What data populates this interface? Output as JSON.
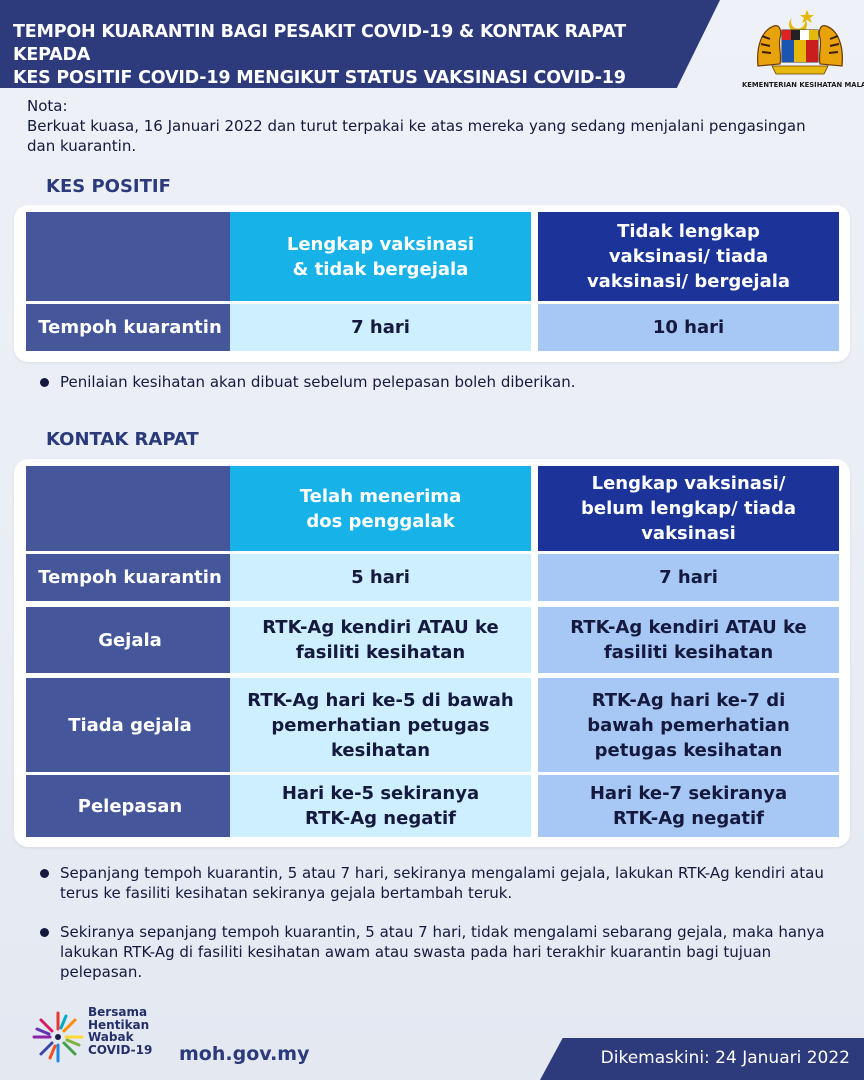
{
  "header": {
    "title_line1": "TEMPOH KUARANTIN BAGI PESAKIT COVID-19 & KONTAK RAPAT KEPADA",
    "title_line2": "KES POSITIF COVID-19 MENGIKUT STATUS VAKSINASI COVID-19",
    "logo_caption": "KEMENTERIAN KESIHATAN MALAYSIA",
    "logo_icon": "coat-of-arms-icon"
  },
  "nota": {
    "label": "Nota:",
    "text": "Berkuat kuasa, 16 Januari 2022 dan turut terpakai ke atas mereka yang sedang menjalani pengasingan dan kuarantin."
  },
  "kes_positif": {
    "title": "KES POSITIF",
    "header1": "Lengkap vaksinasi & tidak bergejala",
    "header2": "Tidak lengkap vaksinasi/ tiada vaksinasi/ bergejala",
    "row_label": "Tempoh kuarantin",
    "value1": "7 hari",
    "value2": "10 hari",
    "note": "Penilaian kesihatan akan dibuat sebelum pelepasan boleh diberikan."
  },
  "kontak_rapat": {
    "title": "KONTAK RAPAT",
    "header1": "Telah menerima dos penggalak",
    "header2": "Lengkap vaksinasi/ belum lengkap/ tiada vaksinasi",
    "rows": [
      {
        "label": "Tempoh kuarantin",
        "v1": "5 hari",
        "v2": "7 hari"
      },
      {
        "label": "Gejala",
        "v1": "RTK-Ag kendiri ATAU ke fasiliti kesihatan",
        "v2": "RTK-Ag kendiri ATAU ke fasiliti kesihatan"
      },
      {
        "label": "Tiada gejala",
        "v1": "RTK-Ag hari ke-5 di bawah pemerhatian petugas kesihatan",
        "v2": "RTK-Ag hari ke-7 di bawah pemerhatian petugas kesihatan"
      },
      {
        "label": "Pelepasan",
        "v1": "Hari ke-5 sekiranya RTK-Ag negatif",
        "v2": "Hari ke-7 sekiranya RTK-Ag negatif"
      }
    ],
    "notes": [
      "Sepanjang tempoh kuarantin, 5 atau 7 hari, sekiranya mengalami gejala, lakukan RTK-Ag kendiri atau terus ke fasiliti kesihatan sekiranya gejala bertambah teruk.",
      "Sekiranya sepanjang tempoh kuarantin, 5 atau 7 hari, tidak mengalami sebarang gejala, maka hanya lakukan RTK-Ag di fasiliti kesihatan awam atau swasta pada hari terakhir kuarantin bagi tujuan pelepasan."
    ]
  },
  "footer": {
    "brand_line1": "Bersama",
    "brand_line2": "Hentikan",
    "brand_line3": "Wabak",
    "brand_line4": "COVID-19",
    "brand_icon": "starburst-logo-icon",
    "url": "moh.gov.my",
    "updated": "Dikemaskini: 24 Januari 2022"
  },
  "colors": {
    "navy": "#2d3a7c",
    "label_cell": "#45579a",
    "cyan_header": "#17b2e8",
    "blue_header": "#1c3499",
    "light_cyan": "#cdefff",
    "light_blue": "#a7c8f5"
  }
}
